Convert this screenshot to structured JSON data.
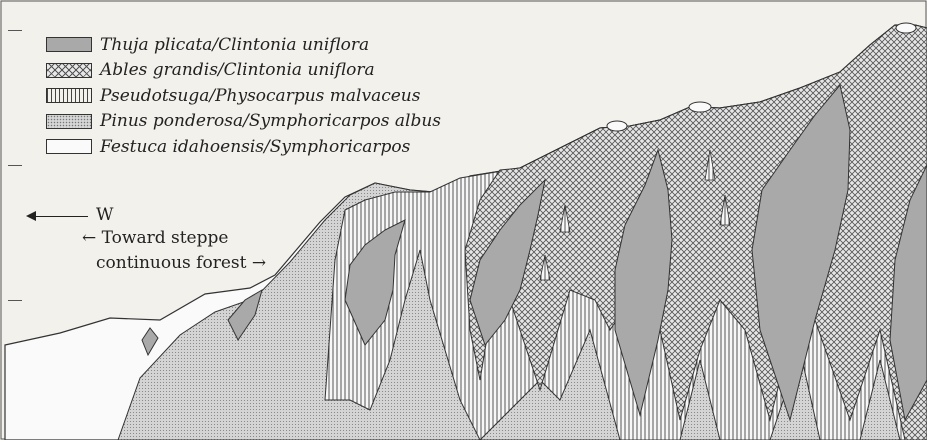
{
  "legend": [
    {
      "id": "thuja",
      "label": "Thuja plicata/Clintonia uniflora"
    },
    {
      "id": "abies",
      "label": "Ables grandis/Clintonia uniflora"
    },
    {
      "id": "pseudo",
      "label": "Pseudotsuga/Physocarpus malvaceus"
    },
    {
      "id": "pinus",
      "label": "Pinus ponderosa/Symphoricarpos albus"
    },
    {
      "id": "festuca",
      "label": "Festuca idahoensis/Symphoricarpos"
    }
  ],
  "annotations": {
    "west": "W",
    "toward_steppe": "← Toward steppe",
    "continuous_forest": "continuous forest →"
  },
  "colors": {
    "thuja": "#a9a9a9",
    "abies_bg": "#e6e6e6",
    "pseudo_lines": "#444444",
    "pinus_bg": "#d4d4d4",
    "festuca": "#fafafa",
    "outline": "#333333"
  }
}
